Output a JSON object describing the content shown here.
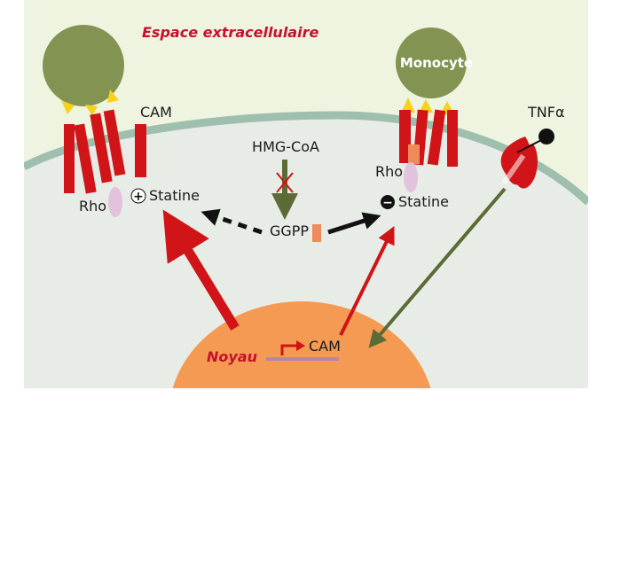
{
  "labels": {
    "extracellular": "Espace extracellulaire",
    "monocyte": "Monocyte",
    "cam_left": "CAM",
    "rho_left": "Rho",
    "rho_right": "Rho",
    "statine_left": "Statine",
    "statine_right": "Statine",
    "plus_sign": "+",
    "minus_sign": "−",
    "hmg_coa": "HMG-CoA",
    "ggpp": "GGPP",
    "tnf": "TNFα",
    "nucleus": "Noyau",
    "cam_gene": "CAM"
  },
  "colors": {
    "extracellular_bg": "#eef4e0",
    "cytoplasm": "#e8ece6",
    "membrane": "#9fbfae",
    "receptor_red": "#d01418",
    "monocyte_green": "#839452",
    "ligand_yellow": "#f7d21a",
    "rho_pink": "#e2c2dd",
    "ggpp_orange": "#f08a5a",
    "nucleus_orange": "#f59a52",
    "pathway_green": "#5b6b36",
    "gene_purple": "#b983a8"
  }
}
